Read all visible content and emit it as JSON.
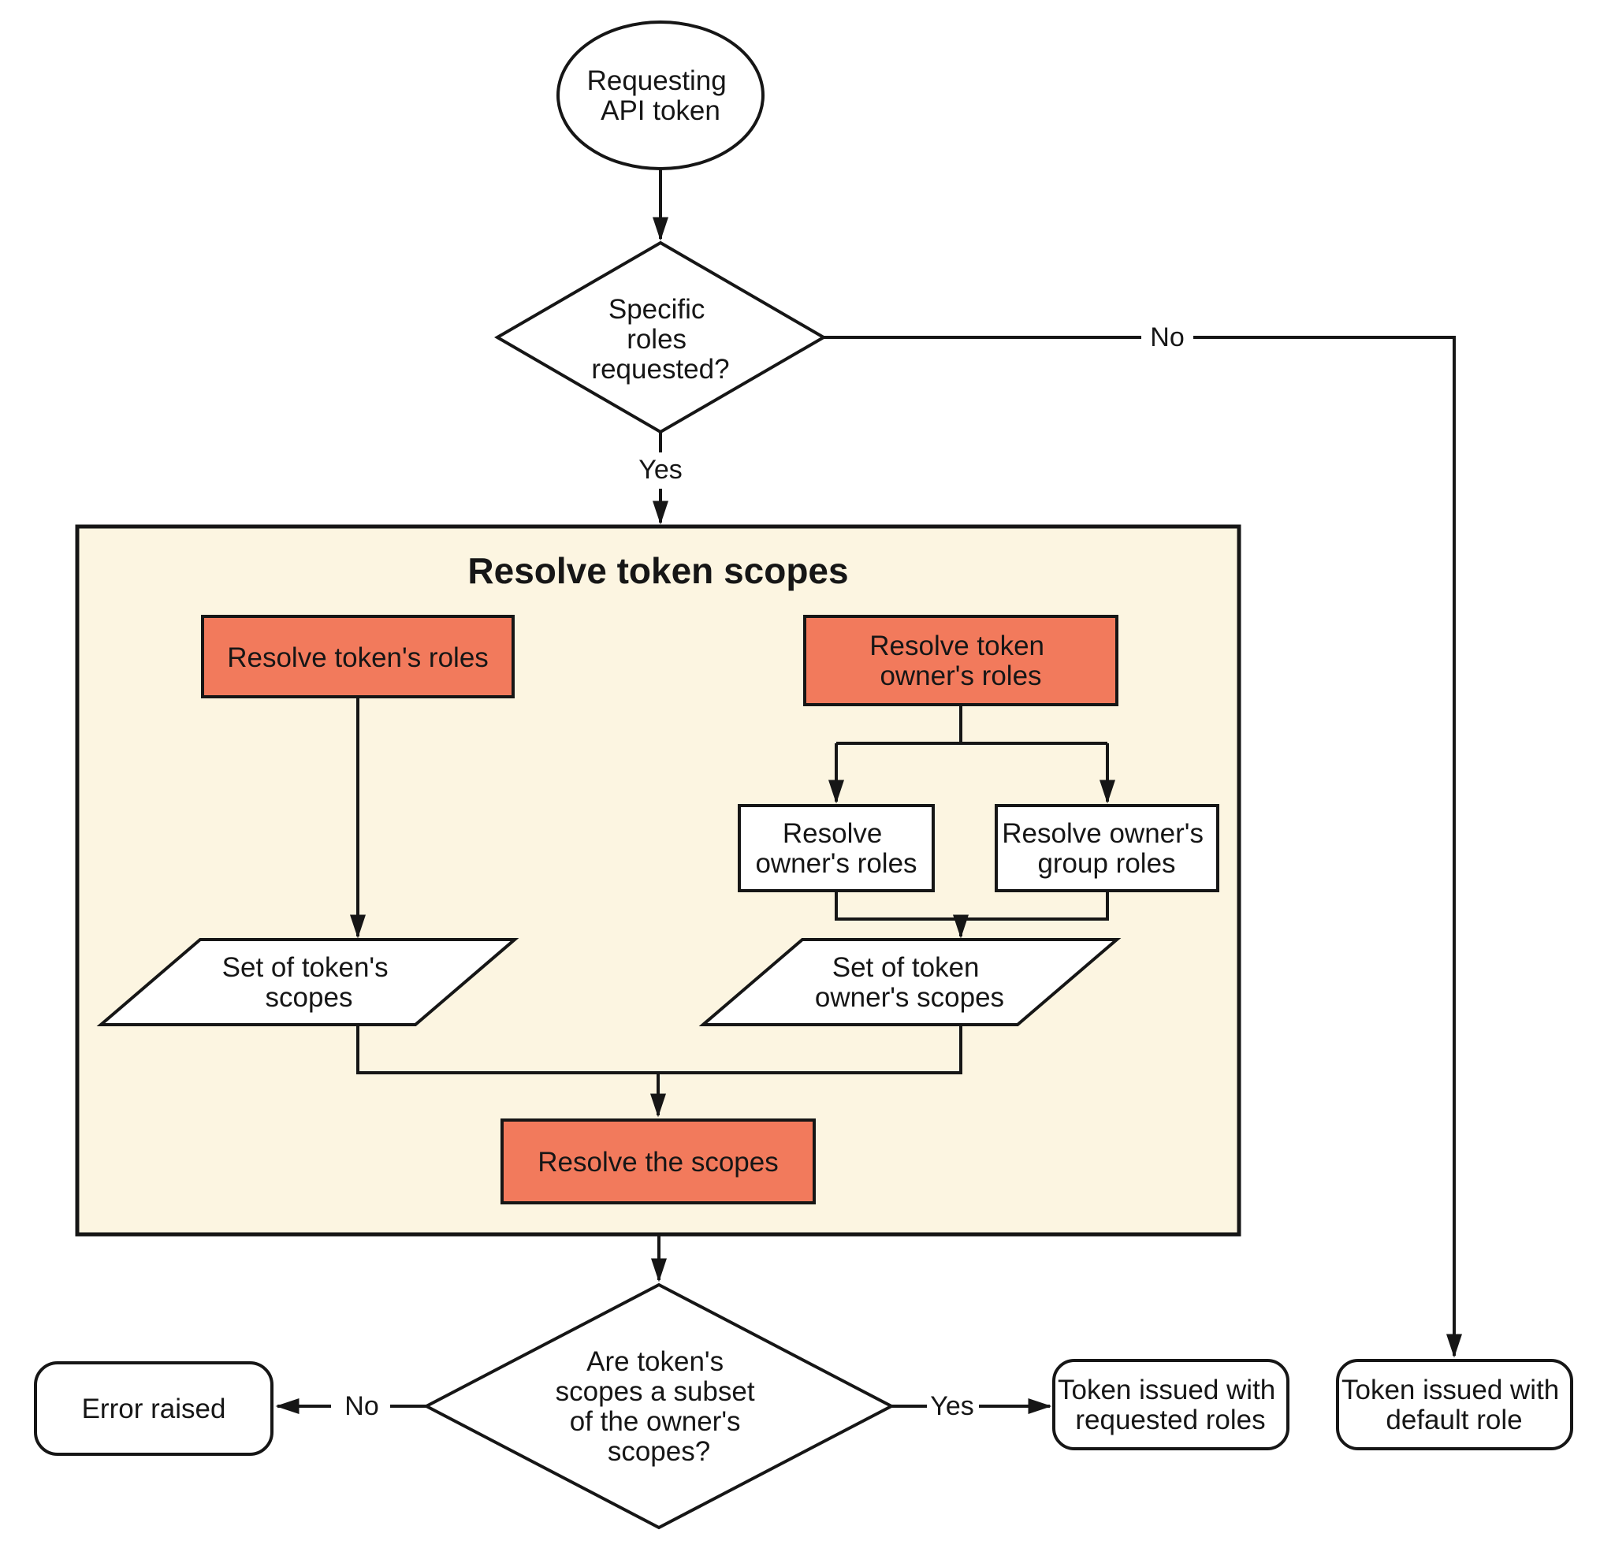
{
  "colors": {
    "background": "#FFFFFF",
    "container_fill": "#FCF5E1",
    "process_fill": "#F27A5C",
    "shape_fill": "#FFFFFF",
    "stroke": "#161616"
  },
  "container": {
    "title": "Resolve token scopes"
  },
  "nodes": {
    "start": {
      "lines": [
        "Requesting",
        "API token"
      ]
    },
    "specific_roles_decision": {
      "lines": [
        "Specific",
        "roles",
        "requested?"
      ]
    },
    "resolve_token_roles": {
      "lines": [
        "Resolve token's roles"
      ]
    },
    "resolve_token_owner_roles": {
      "lines": [
        "Resolve token",
        "owner's roles"
      ]
    },
    "resolve_owner_roles": {
      "lines": [
        "Resolve",
        "owner's roles"
      ]
    },
    "resolve_owner_group_roles": {
      "lines": [
        "Resolve owner's",
        "group roles"
      ]
    },
    "set_of_token_scopes": {
      "lines": [
        "Set of token's",
        "scopes"
      ]
    },
    "set_of_owner_scopes": {
      "lines": [
        "Set of token",
        "owner's scopes"
      ]
    },
    "resolve_the_scopes": {
      "lines": [
        "Resolve the scopes"
      ]
    },
    "subset_decision": {
      "lines": [
        "Are token's",
        "scopes a subset",
        "of the owner's",
        "scopes?"
      ]
    },
    "error_raised": {
      "lines": [
        "Error raised"
      ]
    },
    "token_requested_roles": {
      "lines": [
        "Token issued with",
        "requested roles"
      ]
    },
    "token_default_role": {
      "lines": [
        "Token issued with",
        "default role"
      ]
    }
  },
  "edges": {
    "specific_no": "No",
    "specific_yes": "Yes",
    "subset_no": "No",
    "subset_yes": "Yes"
  }
}
